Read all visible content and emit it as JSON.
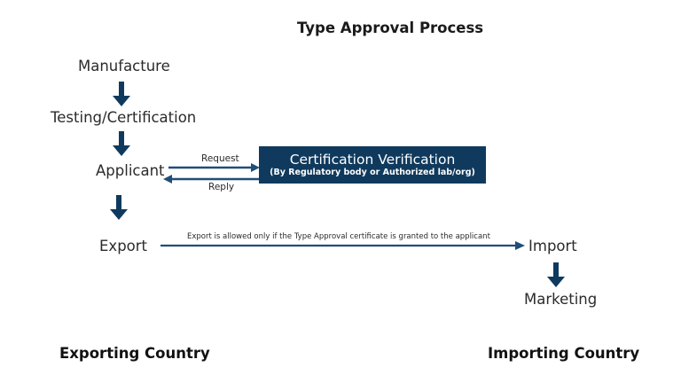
{
  "diagram": {
    "title": "Type Approval Process",
    "accent_navy": "#103a5d",
    "line_navy": "#1f4e79",
    "text_color": "#2b2b2b",
    "background": "#ffffff",
    "nodes": {
      "manufacture": "Manufacture",
      "testing": "Testing/Certification",
      "applicant": "Applicant",
      "export": "Export",
      "import": "Import",
      "marketing": "Marketing"
    },
    "verification_box": {
      "title": "Certification Verification",
      "subtitle": "(By Regulatory body or Authorized lab/org)"
    },
    "edges": {
      "request": "Request",
      "reply": "Reply",
      "export_condition": "Export is allowed only if the Type Approval certificate is granted to the applicant"
    },
    "footers": {
      "left": "Exporting Country",
      "right": "Importing Country"
    }
  }
}
